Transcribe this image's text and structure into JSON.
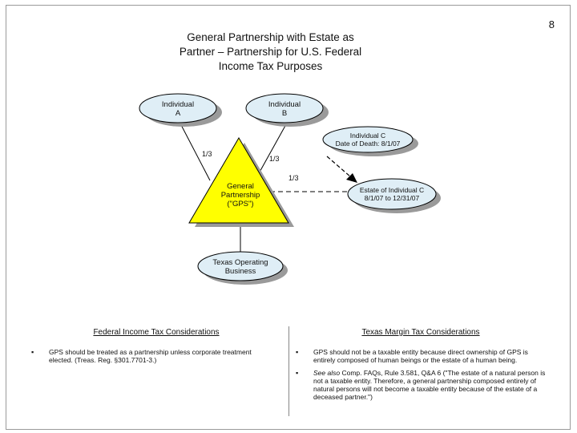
{
  "page_number": "8",
  "title": {
    "line1": "General Partnership with Estate as",
    "line2": "Partner – Partnership for U.S. Federal",
    "line3": "Income Tax Purposes"
  },
  "nodes": {
    "individual_a": {
      "line1": "Individual",
      "line2": "A"
    },
    "individual_b": {
      "line1": "Individual",
      "line2": "B"
    },
    "individual_c": {
      "line1": "Individual C",
      "line2": "Date of Death: 8/1/07"
    },
    "gps": {
      "line1": "General",
      "line2": "Partnership",
      "line3": "(\"GPS\")"
    },
    "estate_c": {
      "line1": "Estate of Individual C",
      "line2": "8/1/07 to 12/31/07"
    },
    "business": {
      "line1": "Texas Operating",
      "line2": "Business"
    }
  },
  "shares": {
    "a": "1/3",
    "b": "1/3",
    "estate": "1/3"
  },
  "federal": {
    "heading": "Federal Income Tax Considerations",
    "bullets": [
      "GPS should be treated as a partnership unless corporate treatment elected. (Treas. Reg. §301.7701-3.)"
    ]
  },
  "texas": {
    "heading": "Texas Margin Tax Considerations",
    "bullet1": "GPS should not be a taxable entity because direct ownership of GPS is entirely composed of human beings or the estate of a human being.",
    "bullet2_italic": "See also",
    "bullet2_rest": " Comp. FAQs, Rule 3.581, Q&A 6 (\"The estate of a natural person is not a taxable entity. Therefore, a general partnership composed entirely of natural persons will not become a taxable entity because of the estate of a deceased partner.\")"
  },
  "colors": {
    "ellipse_fill": "#dfeef6",
    "triangle_fill": "#ffff00",
    "shadow": "#9a9a9a"
  }
}
